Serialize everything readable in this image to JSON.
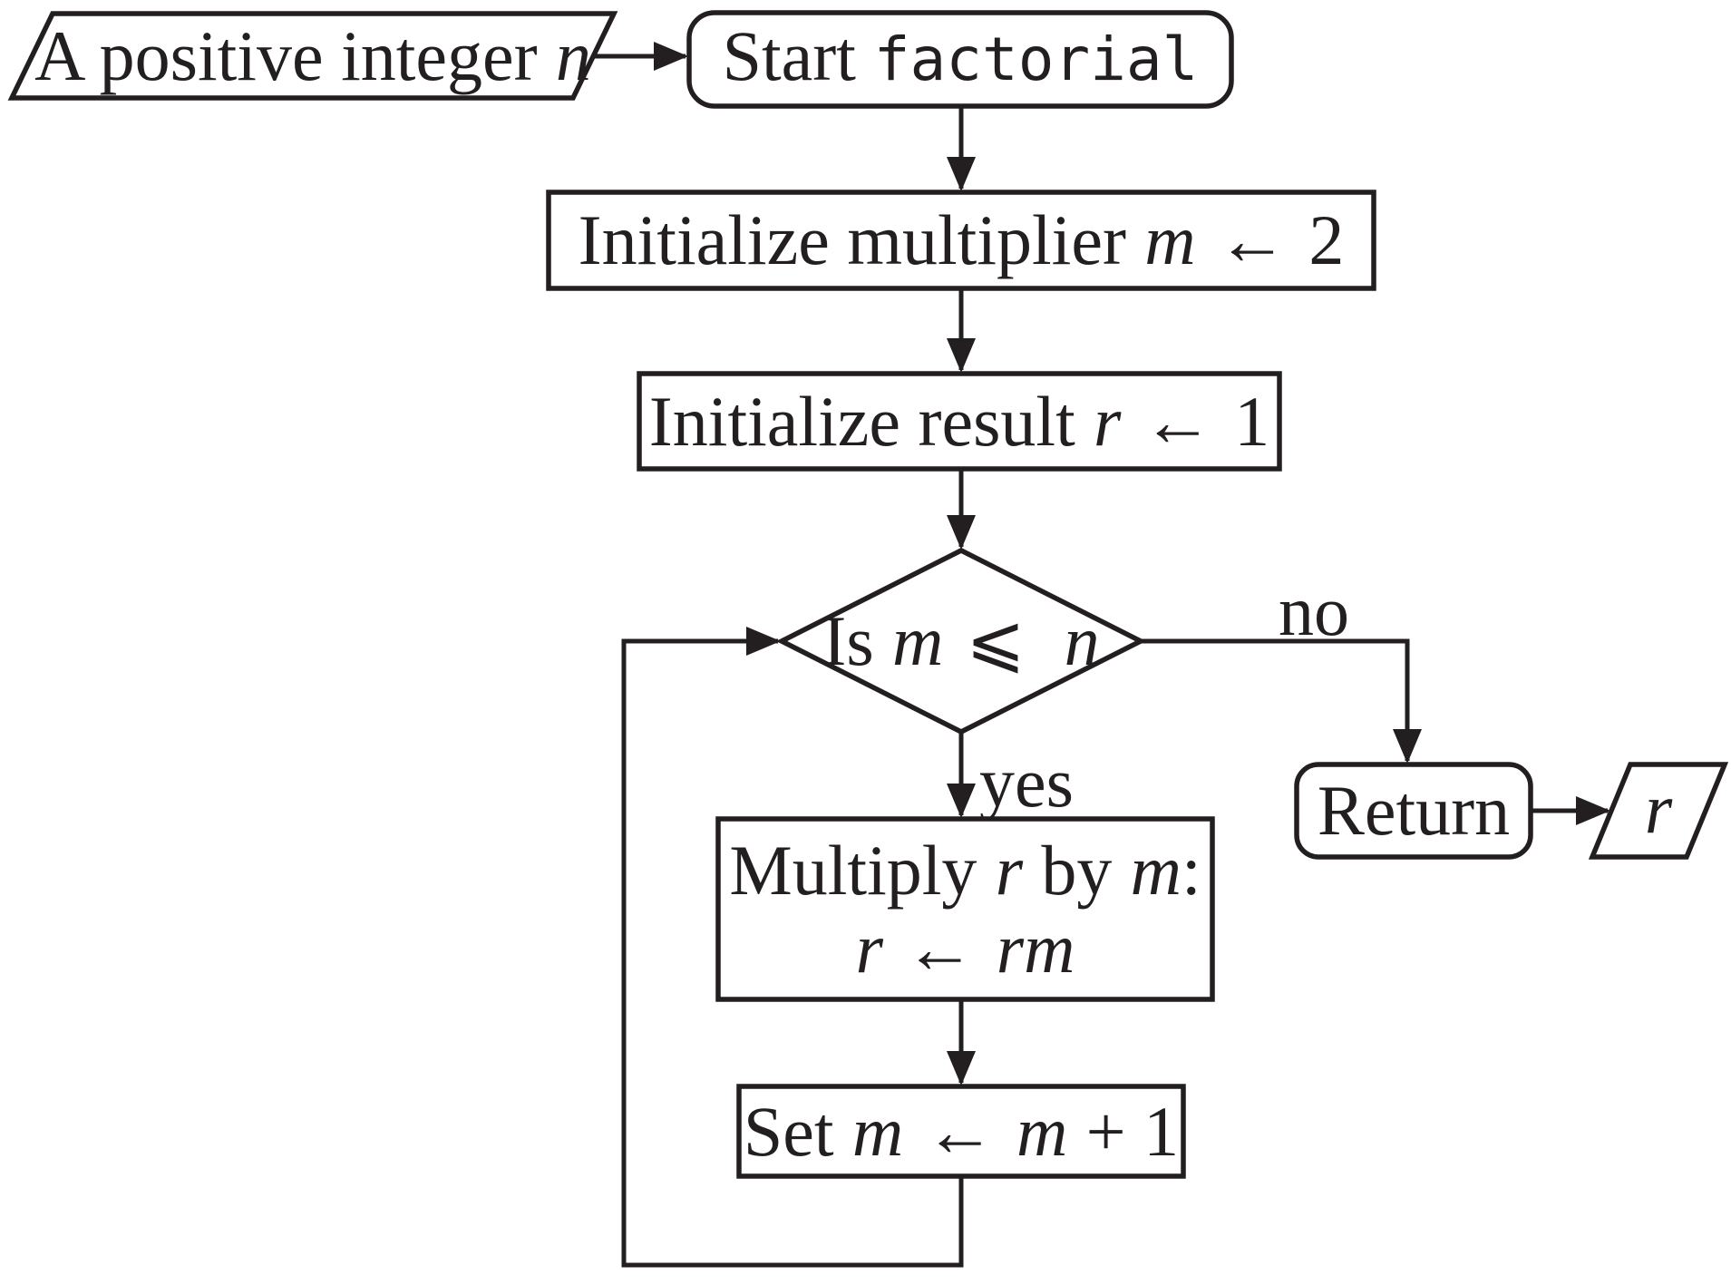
{
  "colors": {
    "ink": "#231f20",
    "background": "#ffffff"
  },
  "edge_labels": {
    "yes": "yes",
    "no": "no"
  },
  "nodes": {
    "input": {
      "text": "A positive integer",
      "variable": "n"
    },
    "start": {
      "text": "Start",
      "code": "factorial"
    },
    "init_multiplier": {
      "text": "Initialize multiplier",
      "variable": "m",
      "op": "←",
      "value": "2"
    },
    "init_result": {
      "text": "Initialize result",
      "variable": "r",
      "op": "←",
      "value": "1"
    },
    "condition": {
      "text": "Is",
      "variable1": "m",
      "op": "⩽",
      "variable2": "n"
    },
    "multiply": {
      "line1": {
        "t1": "Multiply",
        "v1": "r",
        "t2": "by",
        "v2": "m",
        "t3": ":"
      },
      "line2": {
        "v": "r",
        "op": "←",
        "expr": "rm"
      }
    },
    "increment": {
      "text": "Set",
      "variable1": "m",
      "op": "←",
      "variable2": "m",
      "suffix": "+ 1"
    },
    "return": {
      "text": "Return"
    },
    "output": {
      "variable": "r"
    }
  }
}
